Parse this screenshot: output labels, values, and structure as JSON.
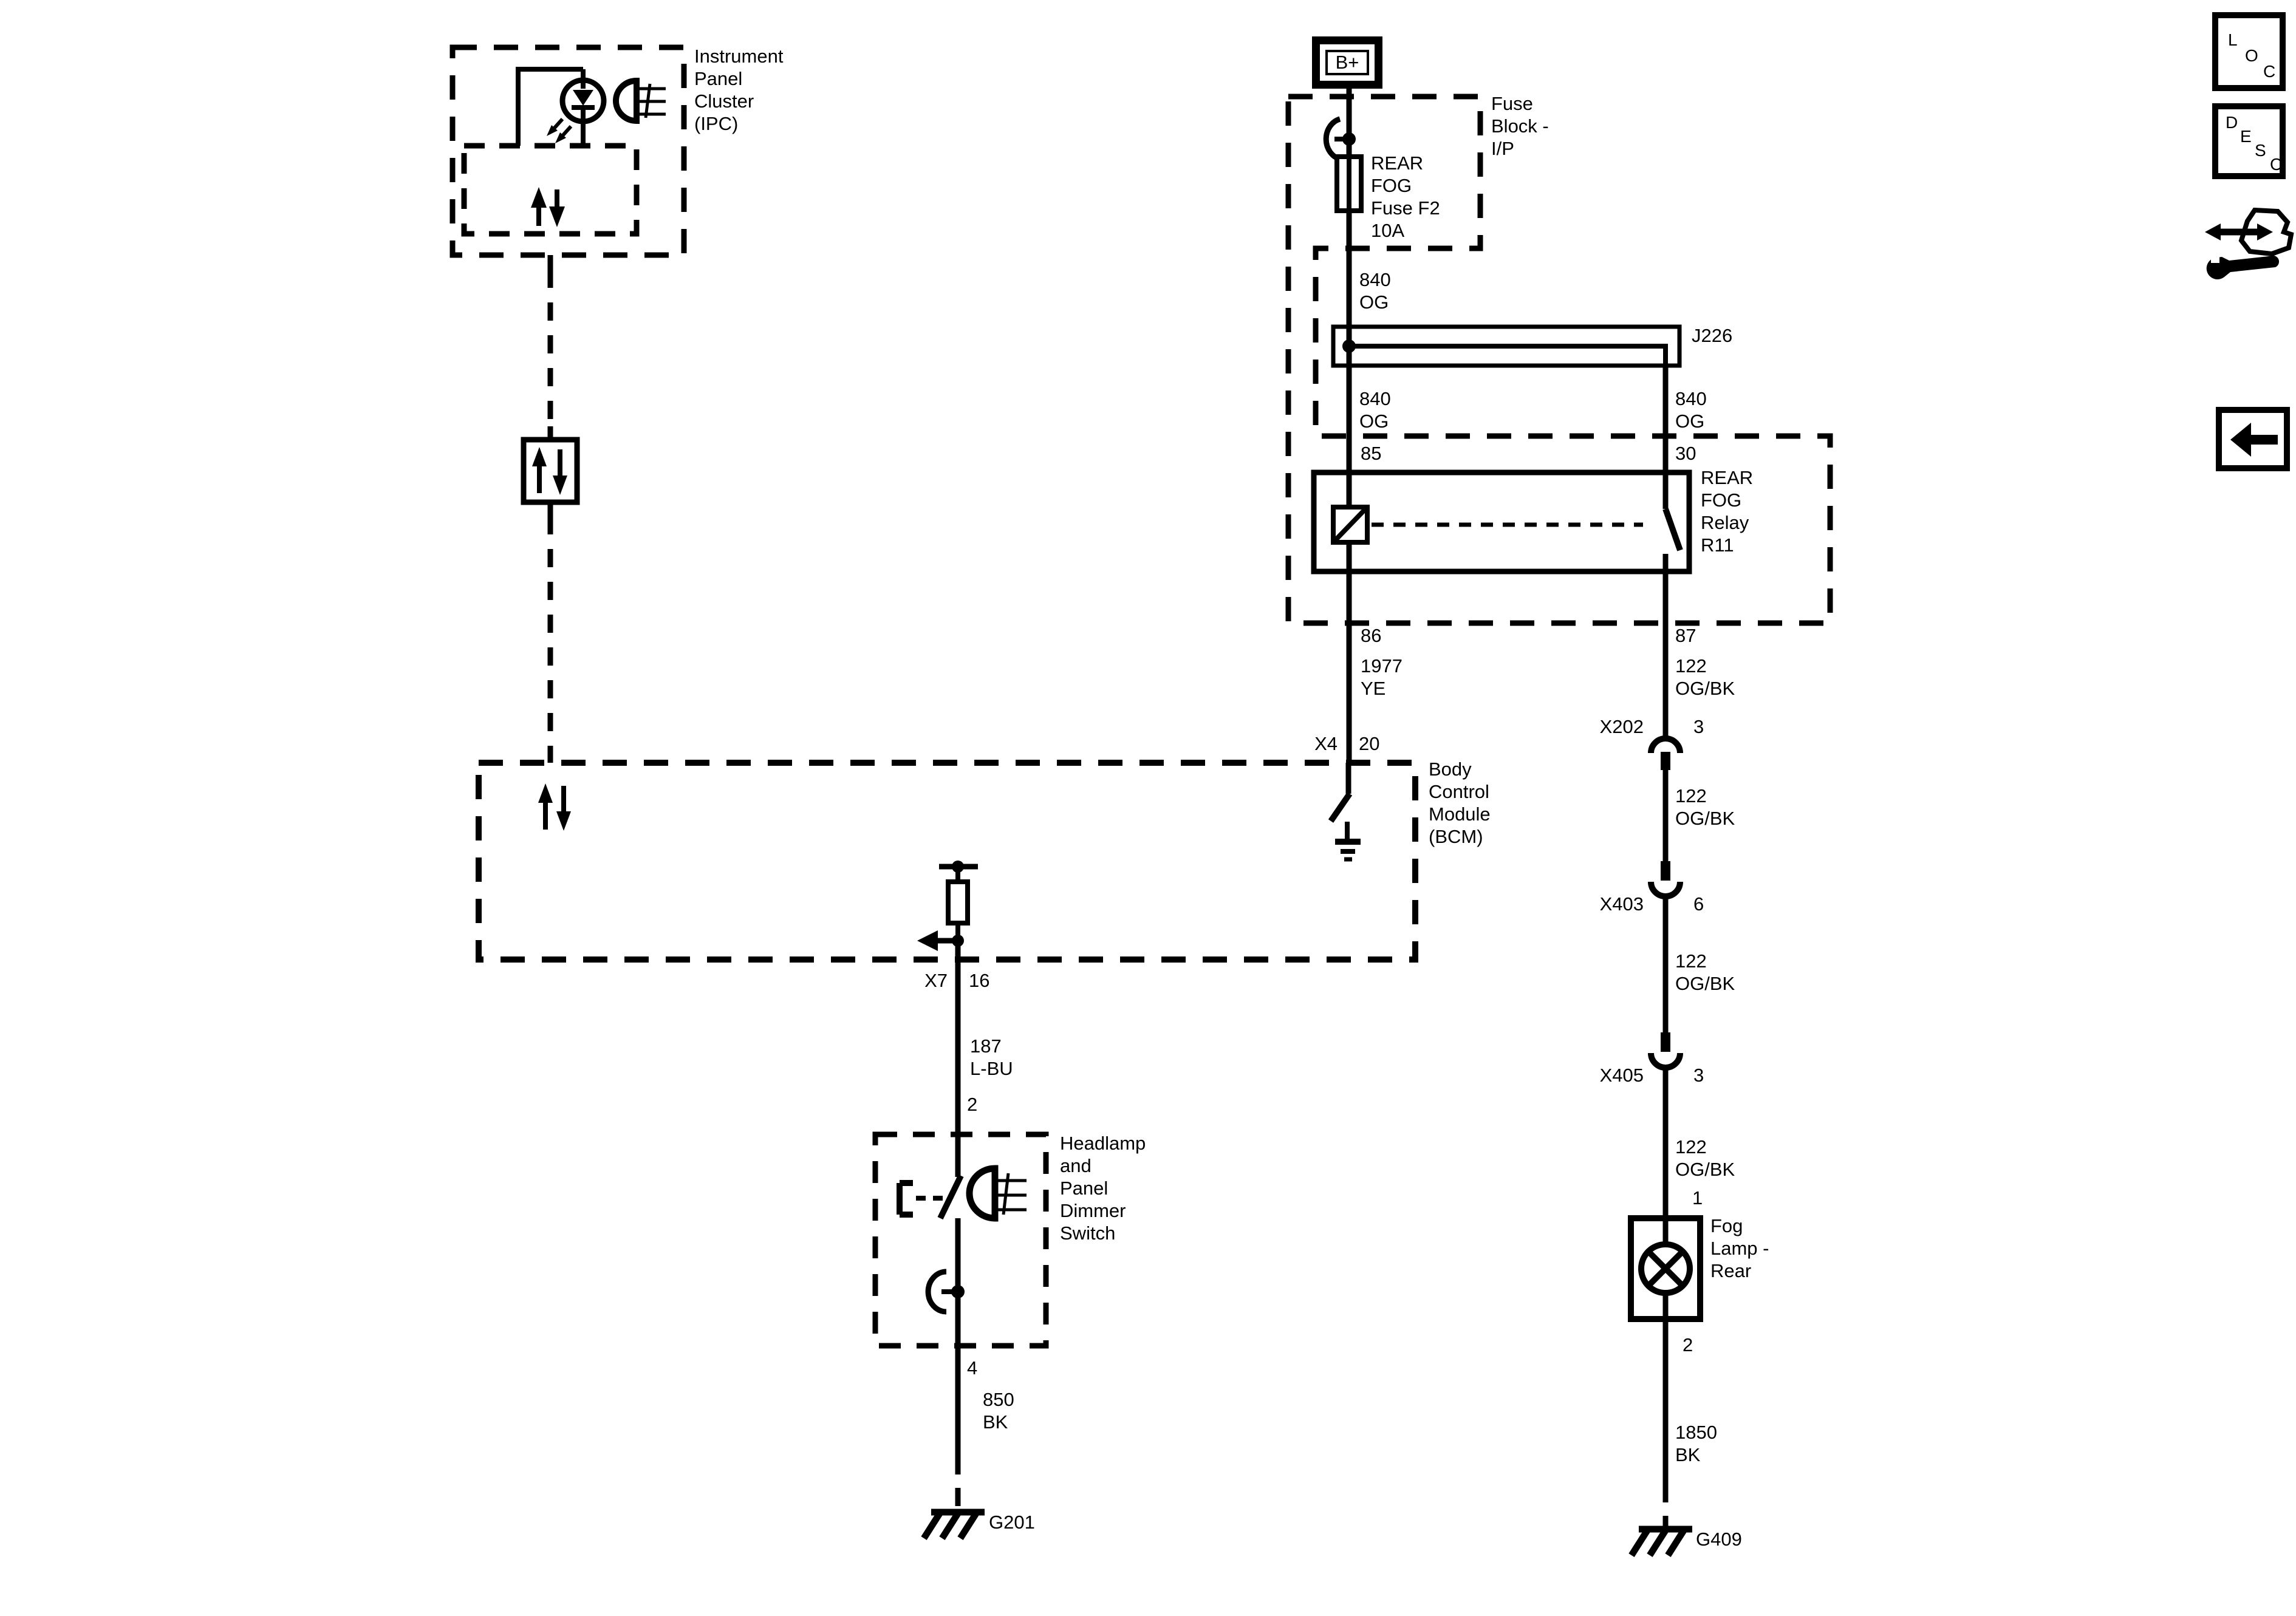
{
  "diagram": {
    "ipc": {
      "label": "Instrument\nPanel\nCluster\n(IPC)"
    },
    "power": {
      "battery_label": "B+",
      "fuse_block_label": "Fuse\nBlock -\nI/P",
      "fuse_label": "REAR\nFOG\nFuse F2\n10A"
    },
    "splice": {
      "label": "J226"
    },
    "relay": {
      "label": "REAR\nFOG\nRelay\nR11",
      "pin_85": "85",
      "pin_30": "30",
      "pin_86": "86",
      "pin_87": "87"
    },
    "bcm": {
      "label": "Body\nControl\nModule\n(BCM)",
      "conn_in": "X4",
      "pin_in": "20",
      "conn_out": "X7",
      "pin_out": "16"
    },
    "dimmer_switch": {
      "label": "Headlamp\nand\nPanel\nDimmer\nSwitch",
      "pin_top": "2",
      "pin_bottom": "4"
    },
    "fog_lamp": {
      "label": "Fog\nLamp -\nRear",
      "pin_top": "1",
      "pin_bottom": "2"
    },
    "wires": {
      "w840_a": "840\nOG",
      "w840_b": "840\nOG",
      "w840_c": "840\nOG",
      "w1977": "1977\nYE",
      "w122_a": "122\nOG/BK",
      "w122_b": "122\nOG/BK",
      "w122_c": "122\nOG/BK",
      "w122_d": "122\nOG/BK",
      "w187": "187\nL-BU",
      "w850": "850\nBK",
      "w1850": "1850\nBK"
    },
    "connectors": {
      "x202": {
        "name": "X202",
        "pin": "3"
      },
      "x403": {
        "name": "X403",
        "pin": "6"
      },
      "x405": {
        "name": "X405",
        "pin": "3"
      }
    },
    "grounds": {
      "g201": "G201",
      "g409": "G409"
    }
  },
  "toolbar": {
    "loc_letters": [
      "L",
      "O",
      "C"
    ],
    "desc_letters": [
      "D",
      "E",
      "S",
      "C"
    ]
  },
  "colors": {
    "ink": "#000000",
    "background": "#ffffff"
  }
}
